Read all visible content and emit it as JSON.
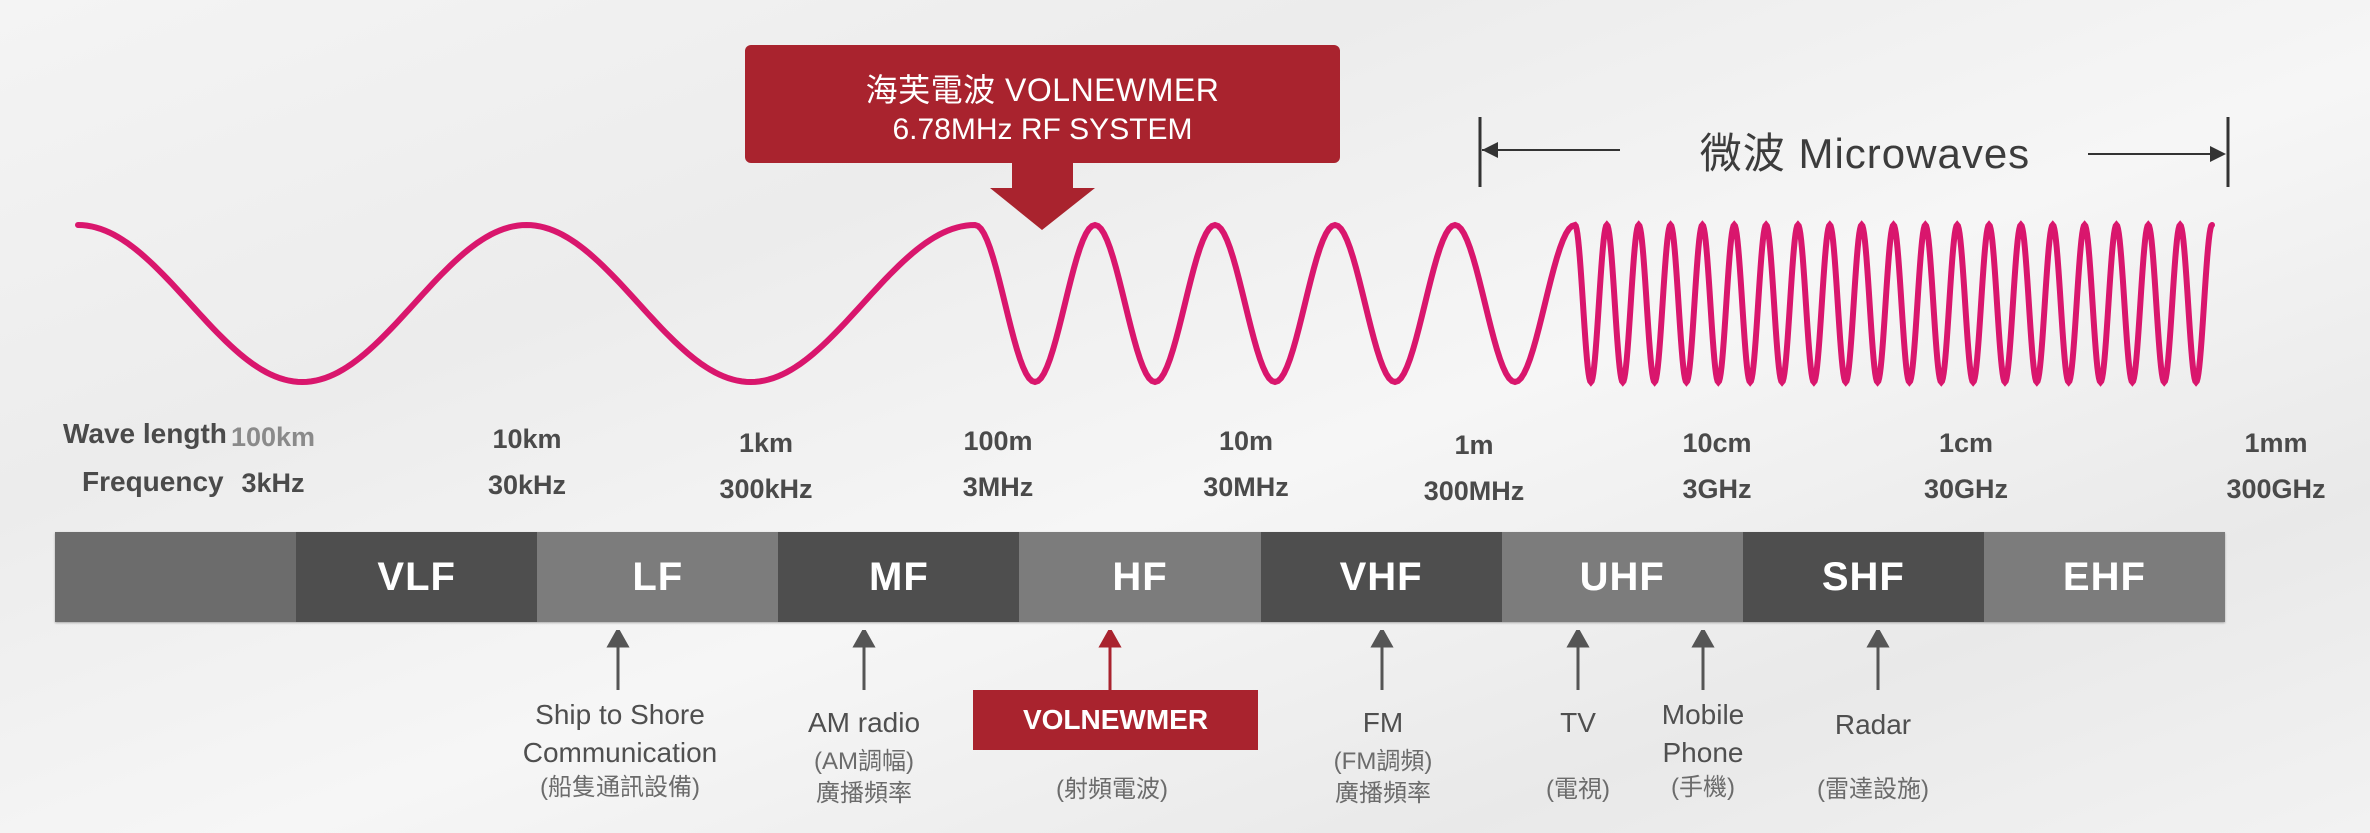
{
  "callout": {
    "line1": "海芙電波 VOLNEWMER",
    "line2": "6.78MHz RF SYSTEM",
    "color": "#a9232e"
  },
  "microwaves_label": "微波 Microwaves",
  "wave_color": "#d9166d",
  "row_labels": {
    "wavelength": "Wave length",
    "frequency": "Frequency"
  },
  "ticks": [
    {
      "wavelength": "100km",
      "frequency": "3kHz"
    },
    {
      "wavelength": "10km",
      "frequency": "30kHz"
    },
    {
      "wavelength": "1km",
      "frequency": "300kHz"
    },
    {
      "wavelength": "100m",
      "frequency": "3MHz"
    },
    {
      "wavelength": "10m",
      "frequency": "30MHz"
    },
    {
      "wavelength": "1m",
      "frequency": "300MHz"
    },
    {
      "wavelength": "10cm",
      "frequency": "3GHz"
    },
    {
      "wavelength": "1cm",
      "frequency": "30GHz"
    },
    {
      "wavelength": "1mm",
      "frequency": "300GHz"
    }
  ],
  "bands": [
    "",
    "VLF",
    "LF",
    "MF",
    "HF",
    "VHF",
    "UHF",
    "SHF",
    "EHF"
  ],
  "applications": [
    {
      "title": "Ship to Shore\nCommunication",
      "sub": "(船隻通訊設備)"
    },
    {
      "title": "AM radio",
      "sub": "(AM調幅)\n廣播頻率"
    },
    {
      "title": "VOLNEWMER",
      "sub": "(射頻電波)"
    },
    {
      "title": "FM",
      "sub": "(FM調頻)\n廣播頻率"
    },
    {
      "title": "TV",
      "sub": "(電視)"
    },
    {
      "title": "Mobile\nPhone",
      "sub": "(手機)"
    },
    {
      "title": "Radar",
      "sub": "(雷達設施)"
    }
  ]
}
